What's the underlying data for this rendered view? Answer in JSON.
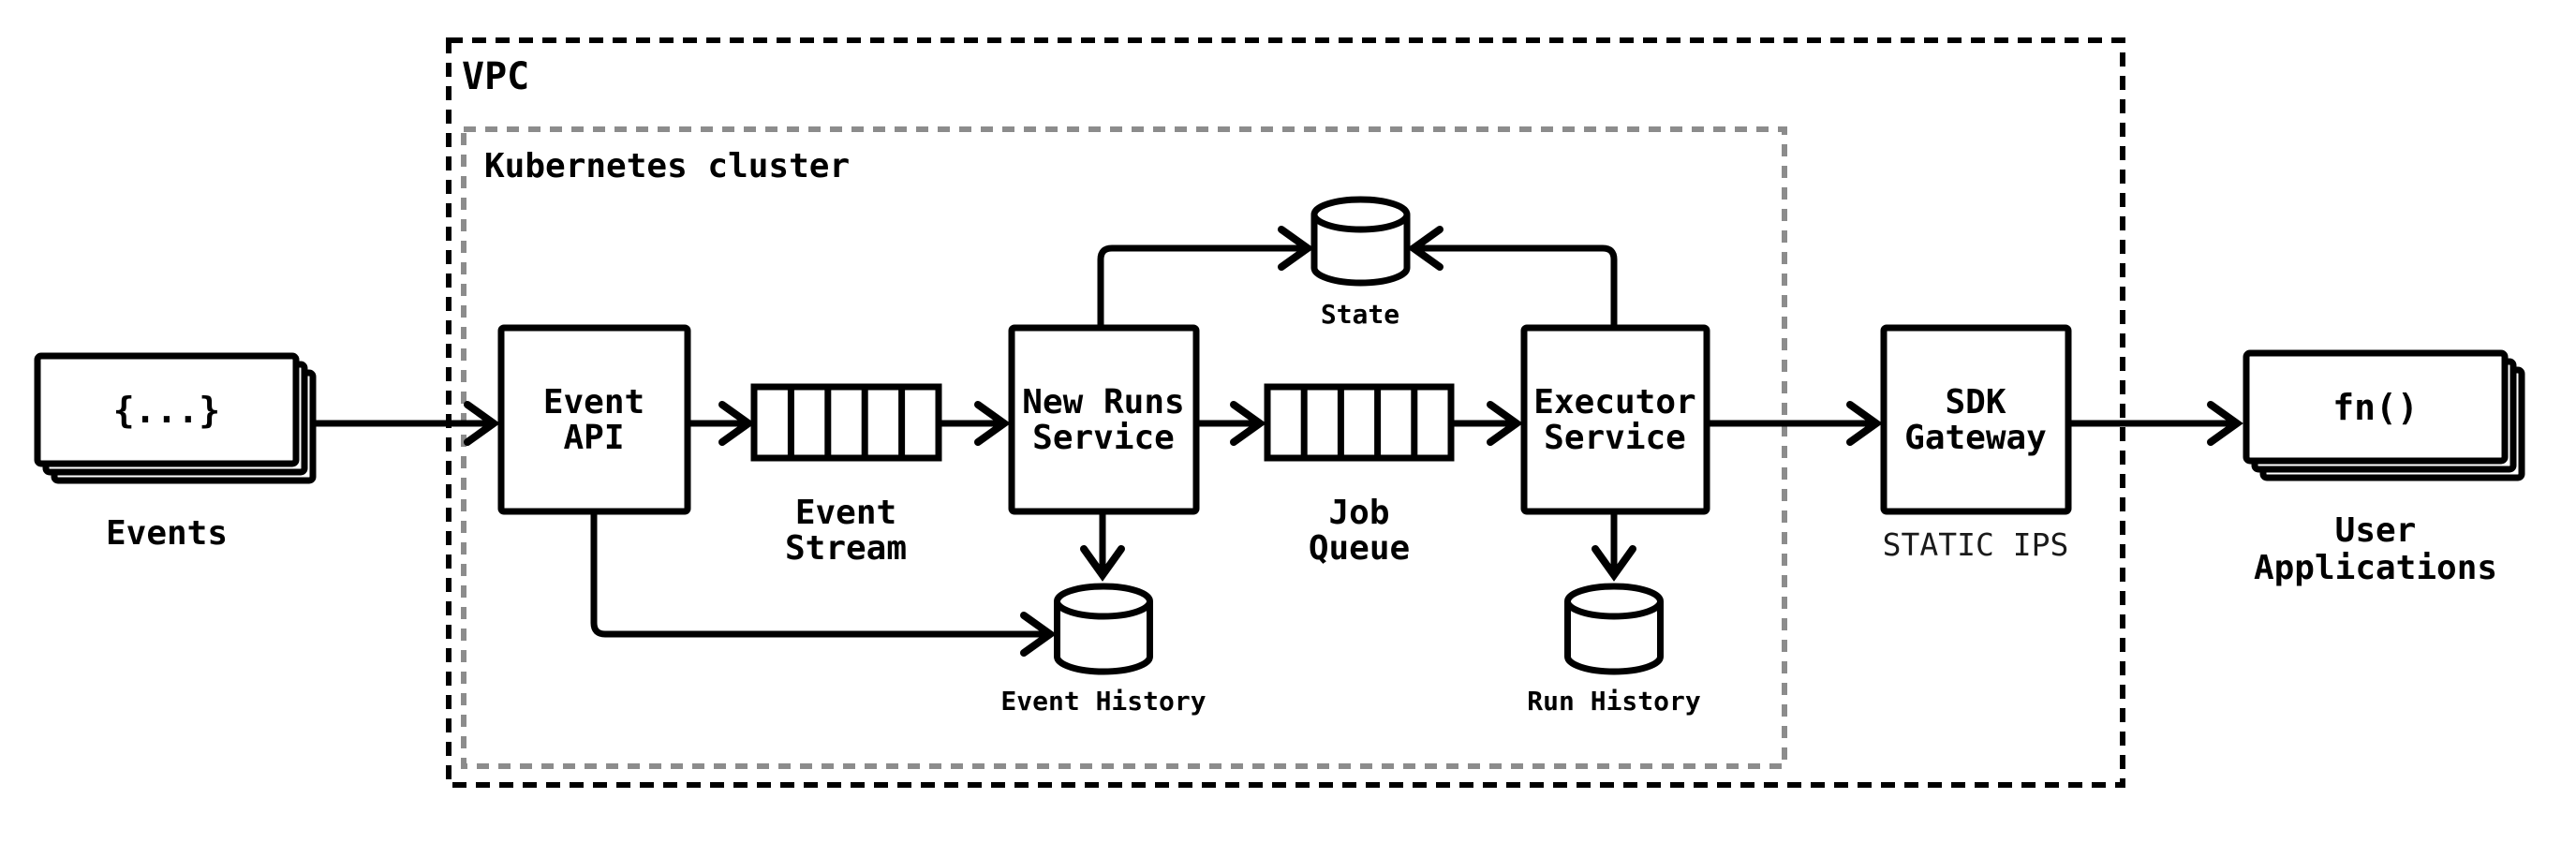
{
  "diagram": {
    "colors": {
      "background": "#ffffff",
      "stroke": "#000000",
      "kubernetes_border": "#8c8c8c",
      "caption_text": "#1a1a1a"
    },
    "containers": {
      "vpc": {
        "label": "VPC"
      },
      "kubernetes": {
        "label": "Kubernetes cluster"
      }
    },
    "nodes": {
      "events": {
        "icon": "stacked-cards-icon",
        "icon_text": "{...}",
        "label": "Events"
      },
      "event_api": {
        "icon": "service-box",
        "label_line1": "Event",
        "label_line2": "API"
      },
      "event_stream": {
        "icon": "queue-icon",
        "label_line1": "Event",
        "label_line2": "Stream"
      },
      "new_runs_service": {
        "icon": "service-box",
        "label_line1": "New Runs",
        "label_line2": "Service"
      },
      "state": {
        "icon": "database-cylinder-icon",
        "label": "State"
      },
      "job_queue": {
        "icon": "queue-icon",
        "label_line1": "Job",
        "label_line2": "Queue"
      },
      "executor_service": {
        "icon": "service-box",
        "label_line1": "Executor",
        "label_line2": "Service"
      },
      "event_history": {
        "icon": "database-cylinder-icon",
        "label": "Event History"
      },
      "run_history": {
        "icon": "database-cylinder-icon",
        "label": "Run History"
      },
      "sdk_gateway": {
        "icon": "service-box",
        "label_line1": "SDK",
        "label_line2": "Gateway",
        "caption": "STATIC IPS"
      },
      "user_applications": {
        "icon": "stacked-cards-icon",
        "icon_text": "fn()",
        "label_line1": "User",
        "label_line2": "Applications"
      }
    },
    "edges": [
      "events -> event_api",
      "event_api -> event_stream",
      "event_stream -> new_runs_service",
      "new_runs_service -> job_queue",
      "job_queue -> executor_service",
      "executor_service -> sdk_gateway",
      "sdk_gateway -> user_applications",
      "new_runs_service -> state",
      "executor_service -> state",
      "event_api -> event_history",
      "new_runs_service -> event_history",
      "executor_service -> run_history"
    ]
  }
}
